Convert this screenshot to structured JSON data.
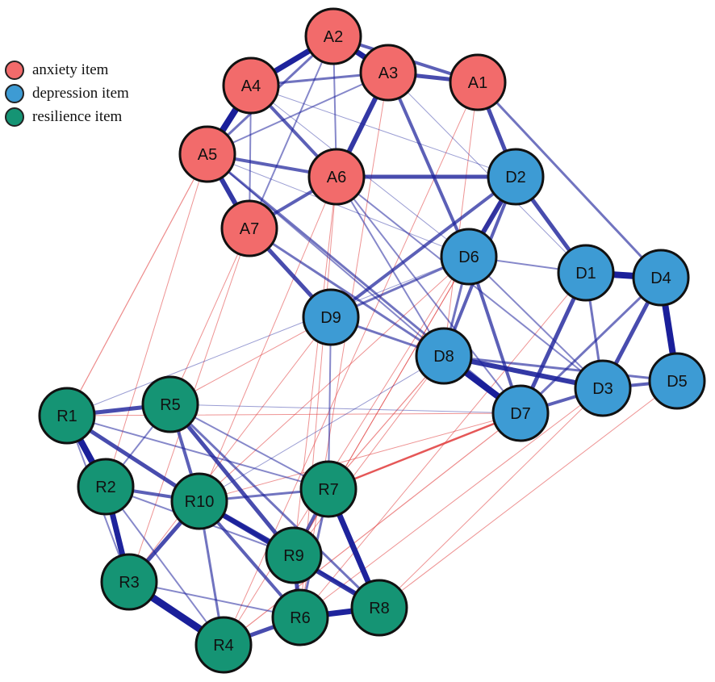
{
  "legend": [
    {
      "label": "anxiety item",
      "color": "#f26b6b"
    },
    {
      "label": "depression item",
      "color": "#3d9bd4"
    },
    {
      "label": "resilience item",
      "color": "#159474"
    }
  ],
  "groups": {
    "anxiety": "#f26b6b",
    "depression": "#3d9bd4",
    "resilience": "#159474"
  },
  "edge_colors": {
    "positive": "#1a1f9a",
    "negative": "#e03a3a"
  },
  "nodes": [
    {
      "id": "A2",
      "label": "A2",
      "group": "anxiety"
    },
    {
      "id": "A3",
      "label": "A3",
      "group": "anxiety"
    },
    {
      "id": "A1",
      "label": "A1",
      "group": "anxiety"
    },
    {
      "id": "A4",
      "label": "A4",
      "group": "anxiety"
    },
    {
      "id": "A5",
      "label": "A5",
      "group": "anxiety"
    },
    {
      "id": "A6",
      "label": "A6",
      "group": "anxiety"
    },
    {
      "id": "A7",
      "label": "A7",
      "group": "anxiety"
    },
    {
      "id": "D2",
      "label": "D2",
      "group": "depression"
    },
    {
      "id": "D6",
      "label": "D6",
      "group": "depression"
    },
    {
      "id": "D1",
      "label": "D1",
      "group": "depression"
    },
    {
      "id": "D4",
      "label": "D4",
      "group": "depression"
    },
    {
      "id": "D9",
      "label": "D9",
      "group": "depression"
    },
    {
      "id": "D8",
      "label": "D8",
      "group": "depression"
    },
    {
      "id": "D3",
      "label": "D3",
      "group": "depression"
    },
    {
      "id": "D5",
      "label": "D5",
      "group": "depression"
    },
    {
      "id": "D7",
      "label": "D7",
      "group": "depression"
    },
    {
      "id": "R1",
      "label": "R1",
      "group": "resilience"
    },
    {
      "id": "R5",
      "label": "R5",
      "group": "resilience"
    },
    {
      "id": "R2",
      "label": "R2",
      "group": "resilience"
    },
    {
      "id": "R10",
      "label": "R10",
      "group": "resilience"
    },
    {
      "id": "R7",
      "label": "R7",
      "group": "resilience"
    },
    {
      "id": "R9",
      "label": "R9",
      "group": "resilience"
    },
    {
      "id": "R3",
      "label": "R3",
      "group": "resilience"
    },
    {
      "id": "R6",
      "label": "R6",
      "group": "resilience"
    },
    {
      "id": "R8",
      "label": "R8",
      "group": "resilience"
    },
    {
      "id": "R4",
      "label": "R4",
      "group": "resilience"
    }
  ],
  "edges": [
    {
      "a": "A2",
      "b": "A3",
      "w": 7,
      "sign": "pos"
    },
    {
      "a": "A2",
      "b": "A4",
      "w": 7,
      "sign": "pos"
    },
    {
      "a": "A3",
      "b": "A1",
      "w": 5,
      "sign": "pos"
    },
    {
      "a": "A2",
      "b": "A1",
      "w": 4,
      "sign": "pos"
    },
    {
      "a": "A4",
      "b": "A5",
      "w": 8,
      "sign": "pos"
    },
    {
      "a": "A4",
      "b": "A3",
      "w": 3,
      "sign": "pos"
    },
    {
      "a": "A5",
      "b": "A6",
      "w": 4,
      "sign": "pos"
    },
    {
      "a": "A5",
      "b": "A7",
      "w": 6,
      "sign": "pos"
    },
    {
      "a": "A6",
      "b": "A7",
      "w": 4,
      "sign": "pos"
    },
    {
      "a": "A3",
      "b": "A6",
      "w": 6,
      "sign": "pos"
    },
    {
      "a": "A4",
      "b": "A6",
      "w": 4,
      "sign": "pos"
    },
    {
      "a": "A2",
      "b": "A5",
      "w": 3,
      "sign": "pos"
    },
    {
      "a": "A2",
      "b": "A6",
      "w": 2,
      "sign": "pos"
    },
    {
      "a": "A2",
      "b": "A7",
      "w": 2,
      "sign": "pos"
    },
    {
      "a": "A4",
      "b": "A7",
      "w": 2,
      "sign": "pos"
    },
    {
      "a": "A3",
      "b": "A5",
      "w": 2,
      "sign": "pos"
    },
    {
      "a": "A1",
      "b": "D2",
      "w": 5,
      "sign": "pos"
    },
    {
      "a": "A1",
      "b": "D4",
      "w": 3,
      "sign": "pos"
    },
    {
      "a": "A3",
      "b": "D6",
      "w": 4,
      "sign": "pos"
    },
    {
      "a": "A6",
      "b": "D2",
      "w": 5,
      "sign": "pos"
    },
    {
      "a": "A6",
      "b": "D8",
      "w": 2,
      "sign": "pos"
    },
    {
      "a": "A7",
      "b": "D9",
      "w": 5,
      "sign": "pos"
    },
    {
      "a": "A7",
      "b": "D8",
      "w": 3,
      "sign": "pos"
    },
    {
      "a": "A5",
      "b": "D7",
      "w": 3,
      "sign": "pos"
    },
    {
      "a": "A5",
      "b": "D8",
      "w": 2,
      "sign": "pos"
    },
    {
      "a": "A5",
      "b": "D6",
      "w": 1,
      "sign": "pos"
    },
    {
      "a": "A4",
      "b": "D6",
      "w": 1,
      "sign": "pos"
    },
    {
      "a": "A3",
      "b": "D1",
      "w": 1,
      "sign": "pos"
    },
    {
      "a": "A6",
      "b": "D3",
      "w": 2,
      "sign": "pos"
    },
    {
      "a": "A6",
      "b": "D7",
      "w": 2,
      "sign": "pos"
    },
    {
      "a": "A4",
      "b": "D2",
      "w": 1,
      "sign": "pos"
    },
    {
      "a": "D2",
      "b": "D6",
      "w": 6,
      "sign": "pos"
    },
    {
      "a": "D2",
      "b": "D1",
      "w": 5,
      "sign": "pos"
    },
    {
      "a": "D2",
      "b": "D9",
      "w": 4,
      "sign": "pos"
    },
    {
      "a": "D2",
      "b": "D8",
      "w": 4,
      "sign": "pos"
    },
    {
      "a": "D1",
      "b": "D4",
      "w": 8,
      "sign": "pos"
    },
    {
      "a": "D1",
      "b": "D3",
      "w": 3,
      "sign": "pos"
    },
    {
      "a": "D1",
      "b": "D7",
      "w": 5,
      "sign": "pos"
    },
    {
      "a": "D4",
      "b": "D5",
      "w": 8,
      "sign": "pos"
    },
    {
      "a": "D4",
      "b": "D3",
      "w": 5,
      "sign": "pos"
    },
    {
      "a": "D4",
      "b": "D7",
      "w": 3,
      "sign": "pos"
    },
    {
      "a": "D6",
      "b": "D7",
      "w": 4,
      "sign": "pos"
    },
    {
      "a": "D6",
      "b": "D8",
      "w": 3,
      "sign": "pos"
    },
    {
      "a": "D6",
      "b": "D1",
      "w": 2,
      "sign": "pos"
    },
    {
      "a": "D6",
      "b": "D3",
      "w": 2,
      "sign": "pos"
    },
    {
      "a": "D8",
      "b": "D7",
      "w": 8,
      "sign": "pos"
    },
    {
      "a": "D8",
      "b": "D3",
      "w": 6,
      "sign": "pos"
    },
    {
      "a": "D8",
      "b": "D5",
      "w": 3,
      "sign": "pos"
    },
    {
      "a": "D9",
      "b": "D8",
      "w": 3,
      "sign": "pos"
    },
    {
      "a": "D9",
      "b": "D6",
      "w": 3,
      "sign": "pos"
    },
    {
      "a": "D3",
      "b": "D5",
      "w": 4,
      "sign": "pos"
    },
    {
      "a": "D3",
      "b": "D7",
      "w": 4,
      "sign": "pos"
    },
    {
      "a": "D9",
      "b": "R7",
      "w": 2,
      "sign": "pos"
    },
    {
      "a": "R1",
      "b": "R5",
      "w": 5,
      "sign": "pos"
    },
    {
      "a": "R1",
      "b": "R2",
      "w": 8,
      "sign": "pos"
    },
    {
      "a": "R1",
      "b": "R10",
      "w": 5,
      "sign": "pos"
    },
    {
      "a": "R2",
      "b": "R3",
      "w": 7,
      "sign": "pos"
    },
    {
      "a": "R2",
      "b": "R10",
      "w": 4,
      "sign": "pos"
    },
    {
      "a": "R3",
      "b": "R4",
      "w": 9,
      "sign": "pos"
    },
    {
      "a": "R3",
      "b": "R10",
      "w": 5,
      "sign": "pos"
    },
    {
      "a": "R4",
      "b": "R6",
      "w": 5,
      "sign": "pos"
    },
    {
      "a": "R4",
      "b": "R10",
      "w": 3,
      "sign": "pos"
    },
    {
      "a": "R6",
      "b": "R8",
      "w": 7,
      "sign": "pos"
    },
    {
      "a": "R6",
      "b": "R9",
      "w": 5,
      "sign": "pos"
    },
    {
      "a": "R6",
      "b": "R7",
      "w": 3,
      "sign": "pos"
    },
    {
      "a": "R7",
      "b": "R8",
      "w": 7,
      "sign": "pos"
    },
    {
      "a": "R7",
      "b": "R9",
      "w": 4,
      "sign": "pos"
    },
    {
      "a": "R7",
      "b": "R10",
      "w": 3,
      "sign": "pos"
    },
    {
      "a": "R10",
      "b": "R9",
      "w": 6,
      "sign": "pos"
    },
    {
      "a": "R10",
      "b": "R8",
      "w": 6,
      "sign": "pos"
    },
    {
      "a": "R5",
      "b": "R10",
      "w": 4,
      "sign": "pos"
    },
    {
      "a": "R5",
      "b": "R9",
      "w": 5,
      "sign": "pos"
    },
    {
      "a": "R5",
      "b": "R8",
      "w": 3,
      "sign": "pos"
    },
    {
      "a": "R5",
      "b": "R2",
      "w": 2,
      "sign": "pos"
    },
    {
      "a": "R5",
      "b": "R7",
      "w": 2,
      "sign": "pos"
    },
    {
      "a": "R9",
      "b": "R8",
      "w": 3,
      "sign": "pos"
    },
    {
      "a": "R1",
      "b": "R7",
      "w": 2,
      "sign": "pos"
    },
    {
      "a": "R2",
      "b": "R9",
      "w": 2,
      "sign": "pos"
    },
    {
      "a": "R3",
      "b": "R6",
      "w": 2,
      "sign": "pos"
    },
    {
      "a": "R1",
      "b": "R3",
      "w": 2,
      "sign": "pos"
    },
    {
      "a": "R2",
      "b": "R4",
      "w": 2,
      "sign": "pos"
    },
    {
      "a": "R10",
      "b": "R6",
      "w": 4,
      "sign": "pos"
    },
    {
      "a": "D7",
      "b": "R7",
      "w": 2.5,
      "sign": "neg"
    },
    {
      "a": "D7",
      "b": "R4",
      "w": 1.2,
      "sign": "neg"
    },
    {
      "a": "D7",
      "b": "R1",
      "w": 1,
      "sign": "neg"
    },
    {
      "a": "D7",
      "b": "R10",
      "w": 1,
      "sign": "neg"
    },
    {
      "a": "D3",
      "b": "R6",
      "w": 1,
      "sign": "neg"
    },
    {
      "a": "D3",
      "b": "R8",
      "w": 1,
      "sign": "neg"
    },
    {
      "a": "D5",
      "b": "R8",
      "w": 1,
      "sign": "neg"
    },
    {
      "a": "D8",
      "b": "R7",
      "w": 1.2,
      "sign": "neg"
    },
    {
      "a": "D8",
      "b": "R9",
      "w": 1,
      "sign": "neg"
    },
    {
      "a": "D6",
      "b": "R10",
      "w": 1,
      "sign": "neg"
    },
    {
      "a": "D6",
      "b": "R9",
      "w": 1,
      "sign": "neg"
    },
    {
      "a": "D2",
      "b": "R9",
      "w": 1,
      "sign": "neg"
    },
    {
      "a": "D2",
      "b": "R4",
      "w": 1,
      "sign": "neg"
    },
    {
      "a": "D1",
      "b": "R6",
      "w": 1,
      "sign": "neg"
    },
    {
      "a": "D9",
      "b": "R5",
      "w": 1,
      "sign": "neg"
    },
    {
      "a": "D9",
      "b": "R3",
      "w": 1,
      "sign": "neg"
    },
    {
      "a": "A5",
      "b": "R1",
      "w": 1.2,
      "sign": "neg"
    },
    {
      "a": "A5",
      "b": "R2",
      "w": 1,
      "sign": "neg"
    },
    {
      "a": "A7",
      "b": "R5",
      "w": 1,
      "sign": "neg"
    },
    {
      "a": "A7",
      "b": "R3",
      "w": 1,
      "sign": "neg"
    },
    {
      "a": "A6",
      "b": "R9",
      "w": 1,
      "sign": "neg"
    },
    {
      "a": "A6",
      "b": "R10",
      "w": 1,
      "sign": "neg"
    },
    {
      "a": "A1",
      "b": "R4",
      "w": 1,
      "sign": "neg"
    },
    {
      "a": "A3",
      "b": "R6",
      "w": 1,
      "sign": "neg"
    },
    {
      "a": "A6",
      "b": "R6",
      "w": 1,
      "sign": "neg"
    },
    {
      "a": "A1",
      "b": "D8",
      "w": 1,
      "sign": "neg"
    },
    {
      "a": "D6",
      "b": "R1",
      "w": 1,
      "sign": "pos"
    },
    {
      "a": "D8",
      "b": "R10",
      "w": 1,
      "sign": "pos"
    },
    {
      "a": "D7",
      "b": "R5",
      "w": 1,
      "sign": "pos"
    }
  ]
}
